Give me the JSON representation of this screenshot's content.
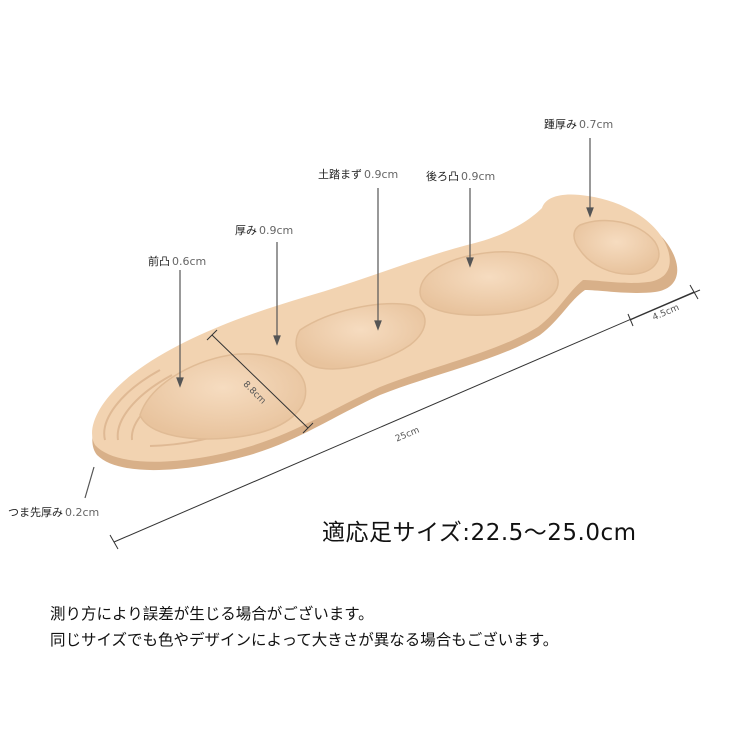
{
  "labels": {
    "heel": {
      "name": "踵厚み",
      "value": "0.7cm"
    },
    "arch": {
      "name": "土踏まず",
      "value": "0.9cm"
    },
    "rear_bump": {
      "name": "後ろ凸",
      "value": "0.9cm"
    },
    "thickness": {
      "name": "厚み",
      "value": "0.9cm"
    },
    "front_bump": {
      "name": "前凸",
      "value": "0.6cm"
    },
    "toe": {
      "name": "つま先厚み",
      "value": "0.2cm"
    }
  },
  "dimensions": {
    "length": "25cm",
    "width_front": "8.8cm",
    "width_heel": "4.5cm"
  },
  "fit_size": "適応足サイズ:22.5〜25.0cm",
  "notes": [
    "測り方により誤差が生じる場合がございます。",
    "同じサイズでも色やデザインによって大きさが異なる場合もございます。"
  ],
  "colors": {
    "insole": "#f2d3b1",
    "insole_shadow": "#d9b48d",
    "line": "#555555"
  }
}
